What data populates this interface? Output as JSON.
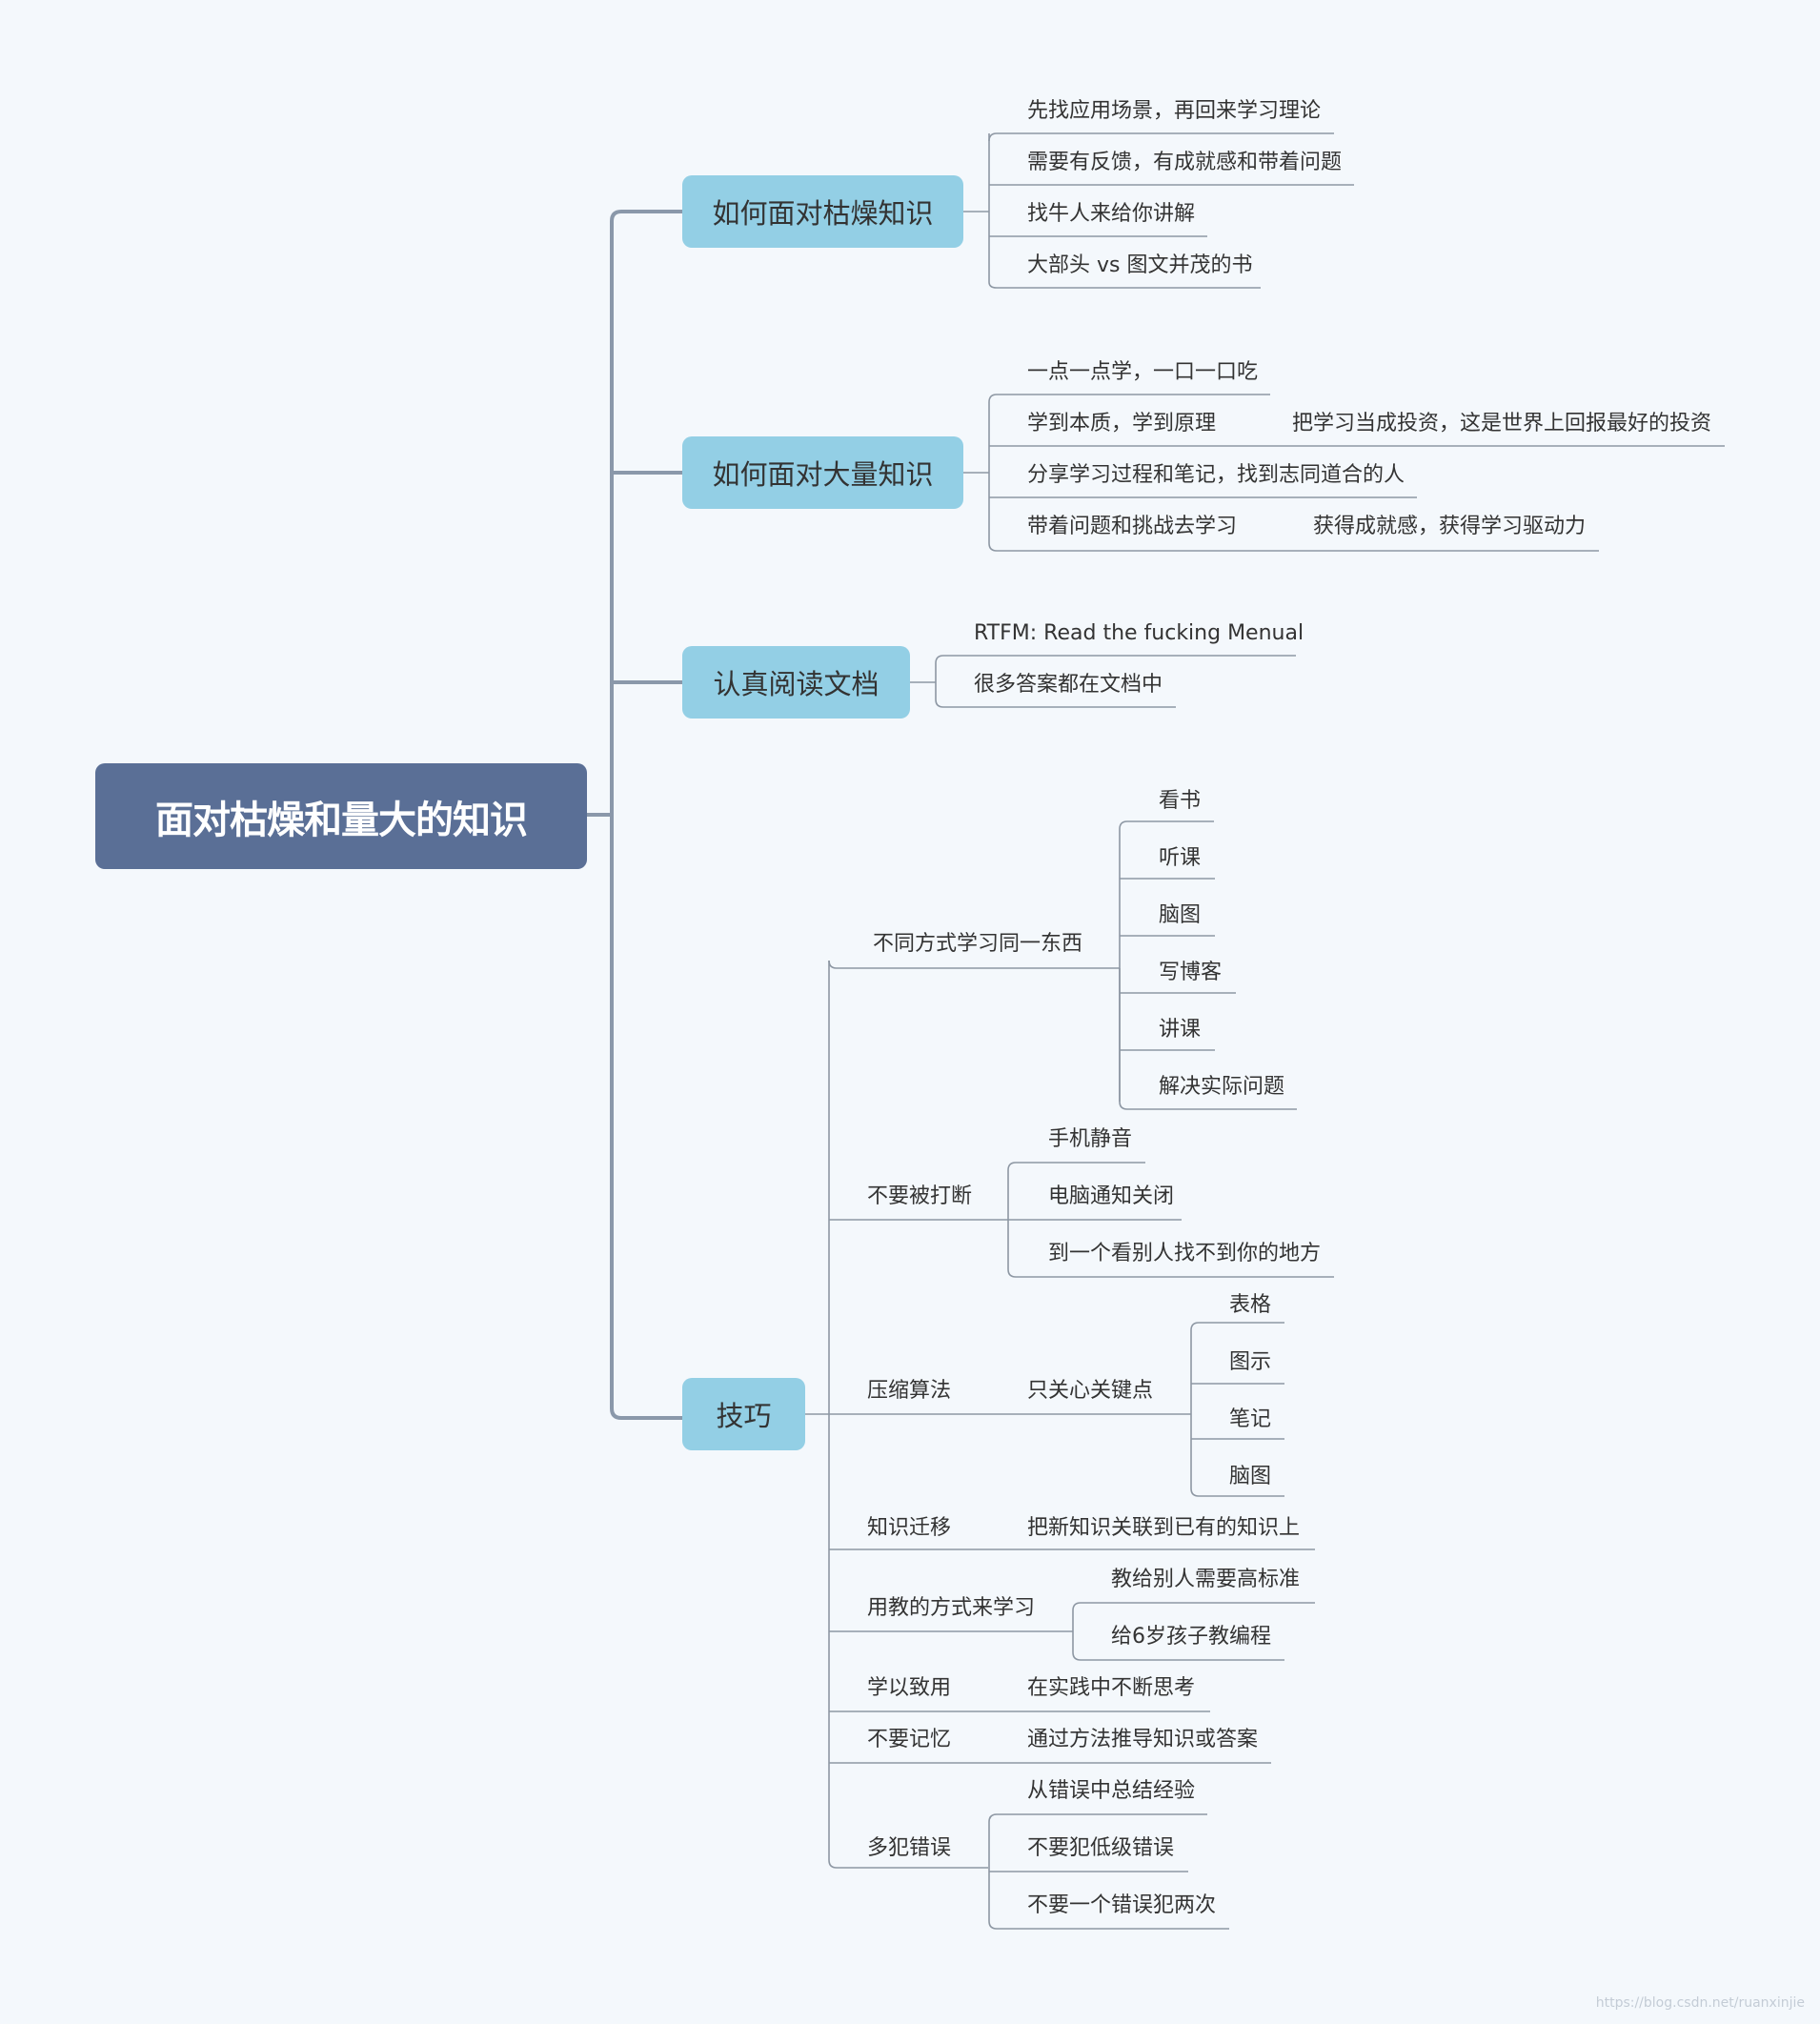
{
  "root": {
    "label": "面对枯燥和量大的知识"
  },
  "branches": {
    "b1": {
      "label": "如何面对枯燥知识",
      "items": [
        "先找应用场景，再回来学习理论",
        "需要有反馈，有成就感和带着问题",
        "找牛人来给你讲解",
        "大部头 vs 图文并茂的书"
      ]
    },
    "b2": {
      "label": "如何面对大量知识",
      "items": [
        "一点一点学，一口一口吃",
        "学到本质，学到原理",
        "分享学习过程和笔记，找到志同道合的人",
        "带着问题和挑战去学习"
      ],
      "subs": [
        "把学习当成投资，这是世界上回报最好的投资",
        "获得成就感，获得学习驱动力"
      ]
    },
    "b3": {
      "label": "认真阅读文档",
      "items": [
        "RTFM: Read the fucking Menual",
        "很多答案都在文档中"
      ]
    },
    "b4": {
      "label": "技巧",
      "t1": {
        "label": "不同方式学习同一东西",
        "items": [
          "看书",
          "听课",
          "脑图",
          "写博客",
          "讲课",
          "解决实际问题"
        ]
      },
      "t2": {
        "label": "不要被打断",
        "items": [
          "手机静音",
          "电脑通知关闭",
          "到一个看别人找不到你的地方"
        ]
      },
      "t3": {
        "label": "压缩算法",
        "sub": "只关心关键点",
        "items": [
          "表格",
          "图示",
          "笔记",
          "脑图"
        ]
      },
      "t4": {
        "label": "知识迁移",
        "sub": "把新知识关联到已有的知识上"
      },
      "t5": {
        "label": "用教的方式来学习",
        "items": [
          "教给别人需要高标准",
          "给6岁孩子教编程"
        ]
      },
      "t6": {
        "label": "学以致用",
        "sub": "在实践中不断思考"
      },
      "t7": {
        "label": "不要记忆",
        "sub": "通过方法推导知识或答案"
      },
      "t8": {
        "label": "多犯错误",
        "items": [
          "从错误中总结经验",
          "不要犯低级错误",
          "不要一个错误犯两次"
        ]
      }
    }
  },
  "watermark": "https://blog.csdn.net/ruanxinjie",
  "colors": {
    "root": "#5a6f96",
    "main": "#93cfe5",
    "line_main": "#8a98aa",
    "line_leaf": "#8d97a3",
    "background": "#f4f8fc"
  }
}
